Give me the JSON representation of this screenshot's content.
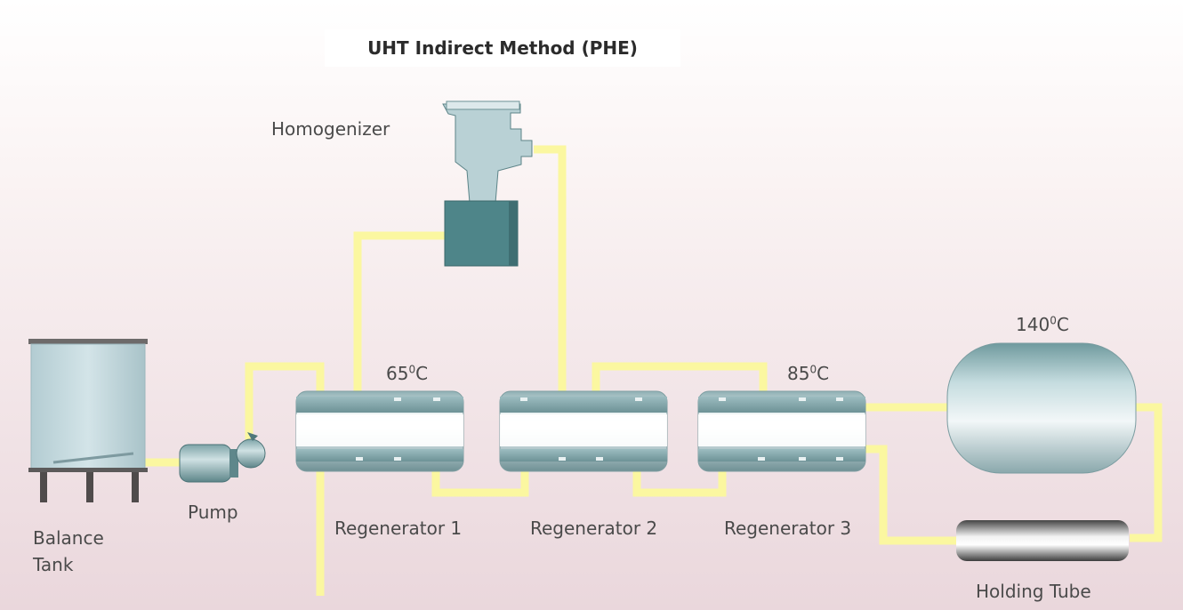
{
  "title": "UHT Indirect Method (PHE)",
  "labels": {
    "homogenizer": "Homogenizer",
    "pump": "Pump",
    "balance_tank_line1": "Balance",
    "balance_tank_line2": "Tank",
    "regenerator_1": "Regenerator 1",
    "regenerator_2": "Regenerator 2",
    "regenerator_3": "Regenerator 3",
    "holding_tube": "Holding Tube"
  },
  "temperatures": {
    "reg1": {
      "value": "65",
      "sup": "0",
      "unit": "C"
    },
    "reg3": {
      "value": "85",
      "sup": "0",
      "unit": "C"
    },
    "heater": {
      "value": "140",
      "sup": "0",
      "unit": "C"
    }
  },
  "colors": {
    "pipe": "#fbf7a0",
    "equipment": "#4d8a8e",
    "tank_body": "#c8dde2"
  }
}
